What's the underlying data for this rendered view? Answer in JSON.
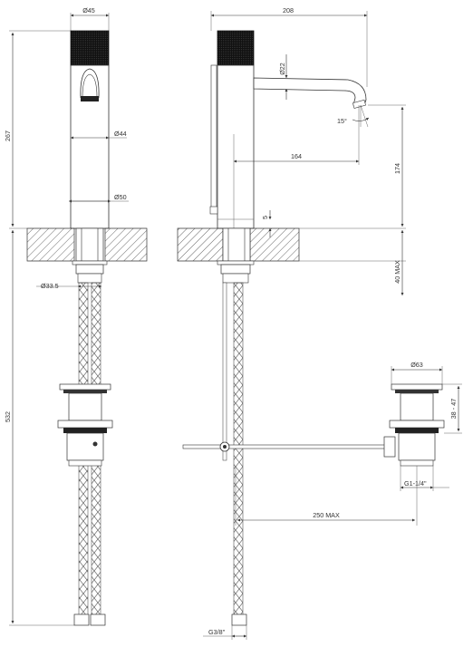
{
  "dimensions": {
    "d45": "Ø45",
    "d44": "Ø44",
    "d50": "Ø50",
    "d33_5": "Ø33.5",
    "h267": "267",
    "h532": "532",
    "w208": "208",
    "d22": "Ø22",
    "a15": "15°",
    "w164": "164",
    "h174": "174",
    "h5": "5",
    "max40": "40 MAX",
    "d63": "Ø63",
    "h38_47": "38 - 47",
    "g114": "G1-1/4\"",
    "max250": "250 MAX",
    "g38": "G3/8\""
  }
}
